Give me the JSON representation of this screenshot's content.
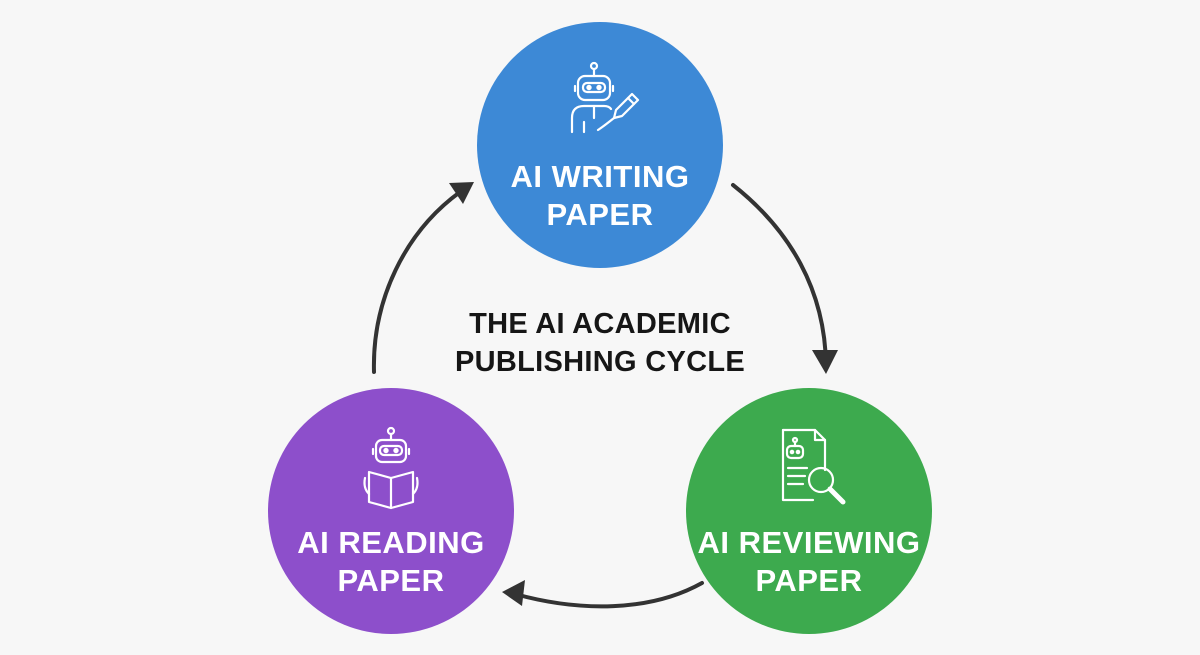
{
  "diagram": {
    "title_lines": [
      "THE AI ACADEMIC",
      "PUBLISHING CYCLE"
    ],
    "nodes": [
      {
        "id": "writing",
        "label_lines": [
          "AI WRITING",
          "PAPER"
        ],
        "color": "#3d89d6",
        "icon": "robot-writing-icon"
      },
      {
        "id": "reviewing",
        "label_lines": [
          "AI REVIEWING",
          "PAPER"
        ],
        "color": "#3daa4e",
        "icon": "robot-reviewing-icon"
      },
      {
        "id": "reading",
        "label_lines": [
          "AI READING",
          "PAPER"
        ],
        "color": "#8d4fcb",
        "icon": "robot-reading-icon"
      }
    ],
    "edges": [
      {
        "from": "writing",
        "to": "reviewing"
      },
      {
        "from": "reviewing",
        "to": "reading"
      },
      {
        "from": "reading",
        "to": "writing"
      }
    ],
    "arrow_color": "#333333"
  }
}
